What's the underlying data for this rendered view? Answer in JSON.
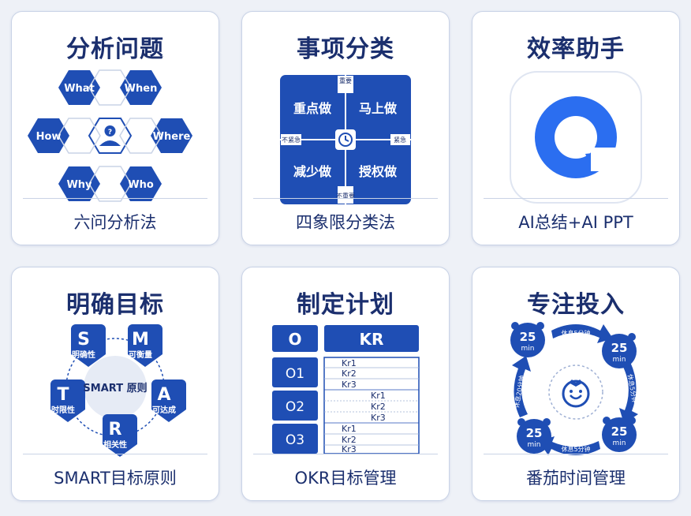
{
  "colors": {
    "primary": "#1f4eb4",
    "dark": "#1b2f6e",
    "border": "#c9d3e6",
    "light": "#e6ebf5"
  },
  "cards": [
    {
      "title": "分析问题",
      "caption": "六问分析法",
      "hex_labels": [
        "What",
        "When",
        "How",
        "Where",
        "Why",
        "Who"
      ],
      "center_icon": "person-question-icon"
    },
    {
      "title": "事项分类",
      "caption": "四象限分类法",
      "quadrants": [
        "重点做",
        "马上做",
        "减少做",
        "授权做"
      ],
      "axis_labels": {
        "top": "重要",
        "bottom": "不重要",
        "left": "不紧急",
        "right": "紧急"
      },
      "center_icon": "clock-icon"
    },
    {
      "title": "效率助手",
      "caption": "AI总结+AI PPT",
      "app_icon": "assistant-app-icon"
    },
    {
      "title": "明确目标",
      "caption": "SMART目标原则",
      "center": "SMART 原则",
      "letters": [
        {
          "letter": "S",
          "label": "明确性"
        },
        {
          "letter": "M",
          "label": "可衡量"
        },
        {
          "letter": "A",
          "label": "可达成"
        },
        {
          "letter": "R",
          "label": "相关性"
        },
        {
          "letter": "T",
          "label": "时限性"
        }
      ]
    },
    {
      "title": "制定计划",
      "caption": "OKR目标管理",
      "header": [
        "O",
        "KR"
      ],
      "rows": [
        {
          "o": "O1",
          "krs": [
            "Kr1",
            "Kr2",
            "Kr3"
          ]
        },
        {
          "o": "O2",
          "krs": [
            "Kr1",
            "Kr2",
            "Kr3"
          ]
        },
        {
          "o": "O3",
          "krs": [
            "Kr1",
            "Kr2",
            "Kr3"
          ]
        }
      ]
    },
    {
      "title": "专注投入",
      "caption": "番茄时间管理",
      "timer_value": "25",
      "timer_unit": "min",
      "rest_short": "休息5分钟",
      "rest_long": "休息20分钟",
      "center_icon": "tomato-icon"
    }
  ]
}
